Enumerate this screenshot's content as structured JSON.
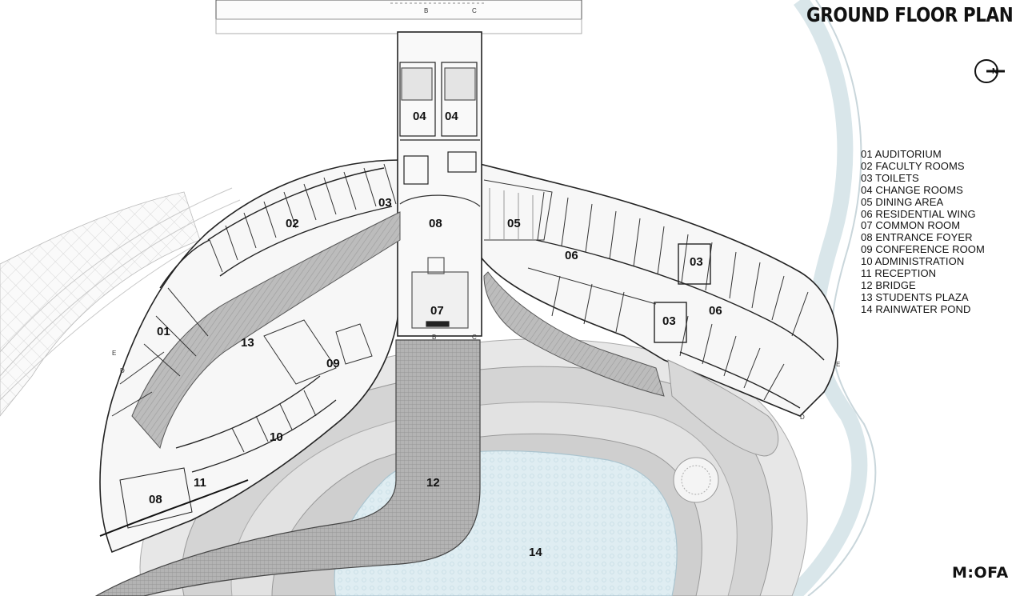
{
  "title": "GROUND FLOOR PLAN",
  "north_label": "N",
  "logo": "M:OFA",
  "legend": [
    "01 AUDITORIUM",
    "02 FACULTY ROOMS",
    "03 TOILETS",
    "04 CHANGE ROOMS",
    "05 DINING AREA",
    "06 RESIDENTIAL WING",
    "07 COMMON ROOM",
    "08 ENTRANCE FOYER",
    "09 CONFERENCE ROOM",
    "10 ADMINISTRATION",
    "11 RECEPTION",
    "12 BRIDGE",
    "13 STUDENTS PLAZA",
    "14 RAINWATER POND"
  ],
  "room_tags": {
    "auditorium": "01",
    "faculty": "02",
    "toilets_a": "03",
    "toilets_b": "03",
    "toilets_c": "03",
    "change_a": "04",
    "change_b": "04",
    "dining": "05",
    "residential_a": "06",
    "residential_b": "06",
    "common": "07",
    "foyer_a": "08",
    "foyer_b": "08",
    "conference": "09",
    "administration": "10",
    "reception": "11",
    "bridge": "12",
    "plaza": "13",
    "pond": "14"
  },
  "section_marks": {
    "b_top": "B",
    "c_top": "C",
    "b_mid": "B",
    "c_mid": "C",
    "e_left": "E",
    "d_left": "D",
    "e_right": "E",
    "d_right": "D"
  },
  "colors": {
    "line": "#222222",
    "light_line": "#9a9a9a",
    "plaza": "#b8b8b8",
    "bridge": "#a9a9a9",
    "pond": "#dbe9ef",
    "terrace": "#cfcfcf"
  }
}
